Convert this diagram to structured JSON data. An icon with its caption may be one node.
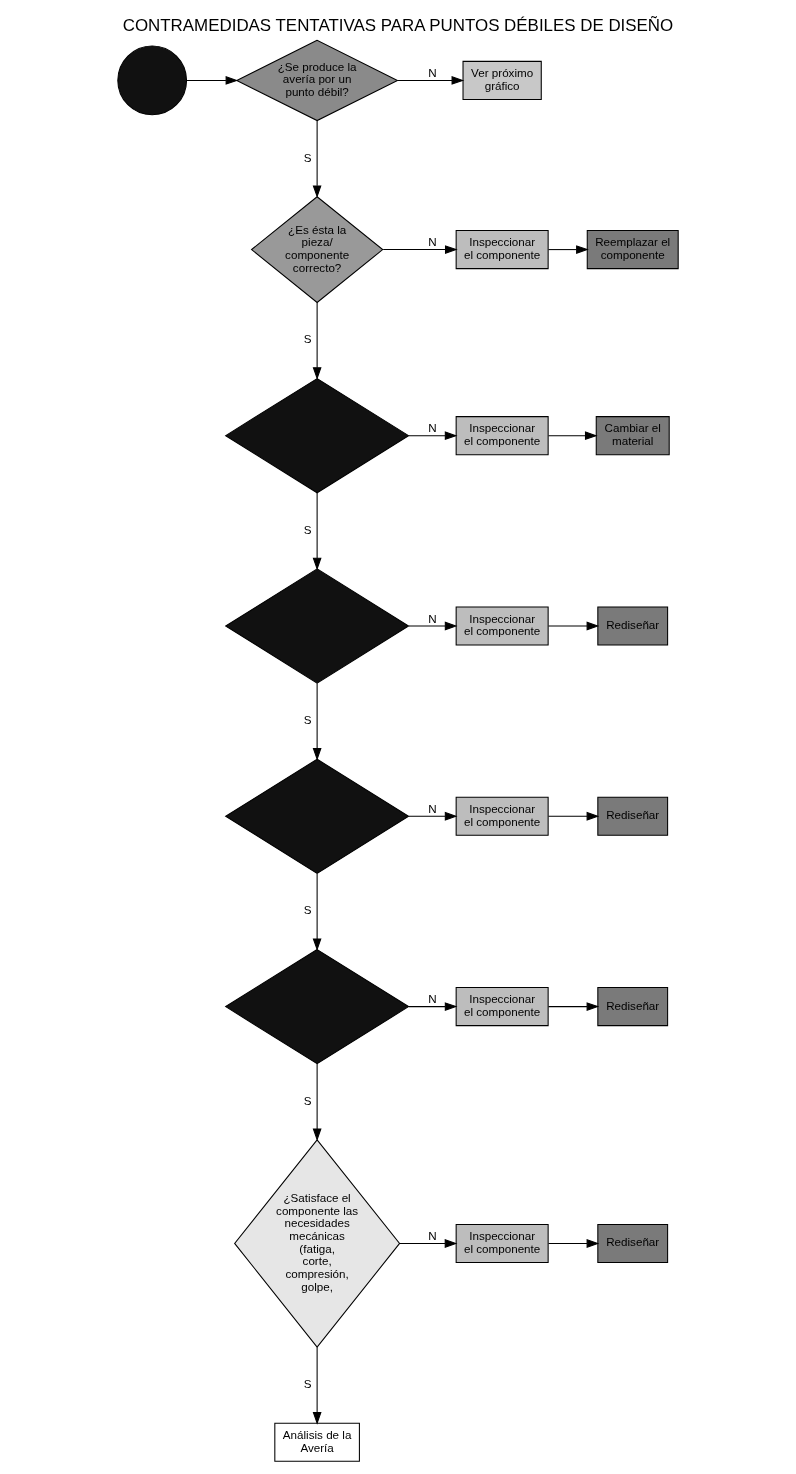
{
  "diagram": {
    "title": "CONTRAMEDIDAS TENTATIVAS PARA PUNTOS DÉBILES DE DISEÑO",
    "nodes": [
      {
        "text": [],
        "shape": "circle"
      },
      {
        "text": [
          "¿Se produce la avería por un punto débil?"
        ]
      },
      {
        "text": [
          "Ver próximo gráfico"
        ]
      },
      {
        "text": [
          "¿Es ésta la pieza/ componente correcto?"
        ]
      },
      {
        "text": [
          "Inspeccionar el componente"
        ]
      },
      {
        "text": [
          "Reemplazar el componente"
        ]
      },
      {
        "text": [],
        "shape": "diamond"
      },
      {
        "text": [
          "Inspeccionar el componente"
        ]
      },
      {
        "text": [
          "Cambiar el material"
        ]
      },
      {
        "text": [],
        "shape": "diamond"
      },
      {
        "text": [
          "Inspeccionar el componente"
        ]
      },
      {
        "text": [
          "Rediseñar"
        ]
      },
      {
        "text": [],
        "shape": "diamond"
      },
      {
        "text": [
          "Inspeccionar el componente"
        ]
      },
      {
        "text": [
          "Rediseñar"
        ]
      },
      {
        "text": [],
        "shape": "diamond"
      },
      {
        "text": [
          "Inspeccionar el componente"
        ]
      },
      {
        "text": [
          "Rediseñar"
        ]
      },
      {
        "text": [
          "¿Satisface el componente las necesidades mecánicas (fatiga, corte, compresión, golpe,"
        ]
      },
      {
        "text": [
          "Inspeccionar el componente"
        ]
      },
      {
        "text": [
          "Rediseñar"
        ]
      },
      {
        "text": [
          "Análisis de la Avería"
        ]
      }
    ],
    "edges": [
      {
        "from": 0,
        "to": 1,
        "arrow": "to"
      },
      {
        "from": 1,
        "to": 3,
        "label": "S",
        "arrow": "to"
      },
      {
        "from": 1,
        "to": 2,
        "label": "N",
        "arrow": "to"
      },
      {
        "from": 3,
        "to": 6,
        "label": "S",
        "arrow": "to"
      },
      {
        "from": 3,
        "to": 4,
        "label": "N",
        "arrow": "to"
      },
      {
        "from": 4,
        "to": 5,
        "arrow": "to"
      },
      {
        "from": 6,
        "to": 9,
        "label": "S",
        "arrow": "to"
      },
      {
        "from": 6,
        "to": 7,
        "label": "N",
        "arrow": "to"
      },
      {
        "from": 7,
        "to": 8,
        "arrow": "to"
      },
      {
        "from": 9,
        "to": 12,
        "label": "S",
        "arrow": "to"
      },
      {
        "from": 9,
        "to": 10,
        "label": "N",
        "arrow": "to"
      },
      {
        "from": 10,
        "to": 11,
        "arrow": "to"
      },
      {
        "from": 12,
        "to": 15,
        "label": "S",
        "arrow": "to"
      },
      {
        "from": 12,
        "to": 13,
        "label": "N",
        "arrow": "to"
      },
      {
        "from": 13,
        "to": 14,
        "arrow": "to"
      },
      {
        "from": 15,
        "to": 18,
        "label": "S",
        "arrow": "to"
      },
      {
        "from": 15,
        "to": 16,
        "label": "N",
        "arrow": "to"
      },
      {
        "from": 16,
        "to": 17,
        "arrow": "to"
      },
      {
        "from": 18,
        "to": 21,
        "label": "S",
        "arrow": "to"
      },
      {
        "from": 18,
        "to": 19,
        "label": "N",
        "arrow": "to"
      },
      {
        "from": 19,
        "to": 20,
        "arrow": "to"
      }
    ]
  }
}
